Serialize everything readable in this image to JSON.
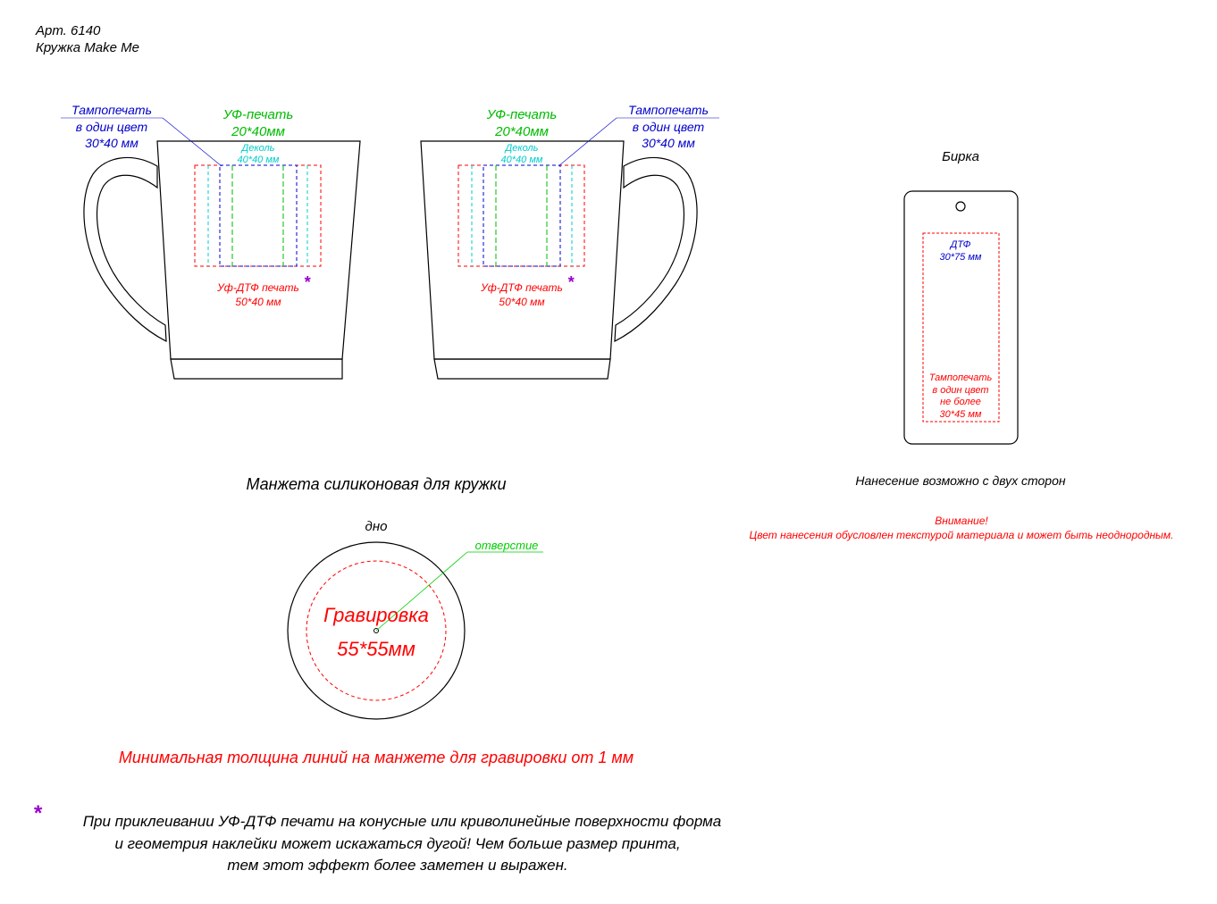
{
  "header": {
    "article": "Арт. 6140",
    "product": "Кружка Make Me"
  },
  "colors": {
    "outline": "#000000",
    "pad_print": "#0000cc",
    "uv_print": "#00bb00",
    "decal": "#00cccc",
    "uv_dtf": "#ff0000",
    "engraving": "#ff0000",
    "hole": "#00cc00",
    "asterisk": "#9900cc"
  },
  "mug_left": {
    "pad_print": [
      "Тампопечать",
      "в один цвет",
      "30*40 мм"
    ],
    "uv_print": [
      "УФ-печать",
      "20*40мм"
    ],
    "decal": [
      "Деколь",
      "40*40 мм"
    ],
    "uv_dtf": [
      "Уф-ДТФ печать",
      "50*40 мм"
    ],
    "asterisk": "*"
  },
  "mug_right": {
    "pad_print": [
      "Тампопечать",
      "в один цвет",
      "30*40 мм"
    ],
    "uv_print": [
      "УФ-печать",
      "20*40мм"
    ],
    "decal": [
      "Деколь",
      "40*40 мм"
    ],
    "uv_dtf": [
      "Уф-ДТФ печать",
      "50*40 мм"
    ],
    "asterisk": "*"
  },
  "tag": {
    "title": "Бирка",
    "dtf": [
      "ДТФ",
      "30*75 мм"
    ],
    "pad_print": [
      "Тампопечать",
      "в один цвет",
      "не более",
      "30*45 мм"
    ],
    "both_sides": "Нанесение возможно с двух сторон"
  },
  "warning": {
    "title": "Внимание!",
    "text": "Цвет нанесения обусловлен текстурой материала и может быть неоднородным."
  },
  "cuff": {
    "title": "Манжета силиконовая для кружки",
    "bottom": "дно",
    "hole": "отверстие",
    "engraving": [
      "Гравировка",
      "55*55мм"
    ],
    "min_line": "Минимальная толщина линий на манжете для гравировки от 1 мм"
  },
  "footnote": {
    "asterisk": "*",
    "lines": [
      "При приклеивании УФ-ДТФ печати на конусные или криволинейные поверхности форма",
      "и геометрия наклейки может искажаться дугой! Чем больше размер принта,",
      "тем этот эффект более заметен и выражен."
    ]
  }
}
